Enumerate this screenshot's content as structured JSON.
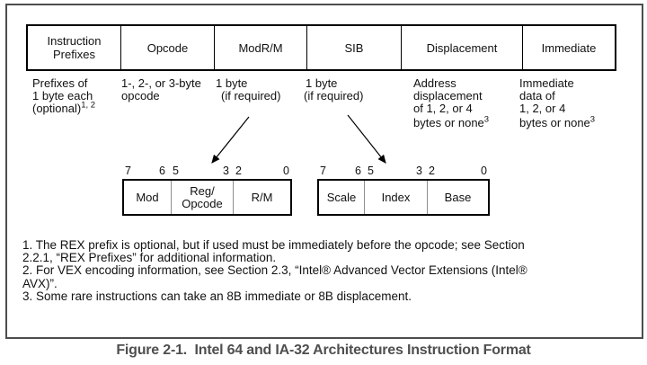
{
  "format_fields": [
    {
      "label": "Instruction\nPrefixes"
    },
    {
      "label": "Opcode"
    },
    {
      "label": "ModR/M"
    },
    {
      "label": "SIB"
    },
    {
      "label": "Displacement"
    },
    {
      "label": "Immediate"
    }
  ],
  "descriptions": [
    {
      "lines": [
        "Prefixes of",
        "1 byte each",
        "(optional)"
      ],
      "sup": "1, 2"
    },
    {
      "lines": [
        "1-, 2-, or 3-byte",
        "opcode"
      ]
    },
    {
      "lines": [
        "1 byte",
        "(if required)"
      ]
    },
    {
      "lines": [
        "1 byte",
        "(if required)"
      ]
    },
    {
      "lines": [
        "Address",
        "displacement",
        "of 1, 2, or 4",
        "bytes or none"
      ],
      "sup": "3"
    },
    {
      "lines": [
        "Immediate",
        "data of",
        "1, 2, or 4",
        "bytes or none"
      ],
      "sup": "3"
    }
  ],
  "modrm_byte": {
    "bits": [
      "7",
      "6",
      "5",
      "3",
      "2",
      "0"
    ],
    "cells": [
      "Mod",
      "Reg/\nOpcode",
      "R/M"
    ]
  },
  "sib_byte": {
    "bits": [
      "7",
      "6",
      "5",
      "3",
      "2",
      "0"
    ],
    "cells": [
      "Scale",
      "Index",
      "Base"
    ]
  },
  "footnotes": [
    "1. The REX prefix is optional, but if used must be immediately before the opcode; see Section",
    "2.2.1, “REX Prefixes” for additional information.",
    "2. For VEX encoding information, see Section 2.3, “Intel® Advanced Vector Extensions (Intel®",
    "AVX)”.",
    "3. Some rare instructions can take an 8B immediate or 8B displacement."
  ],
  "caption": "Figure 2-1.  Intel 64 and IA-32 Architectures Instruction Format"
}
